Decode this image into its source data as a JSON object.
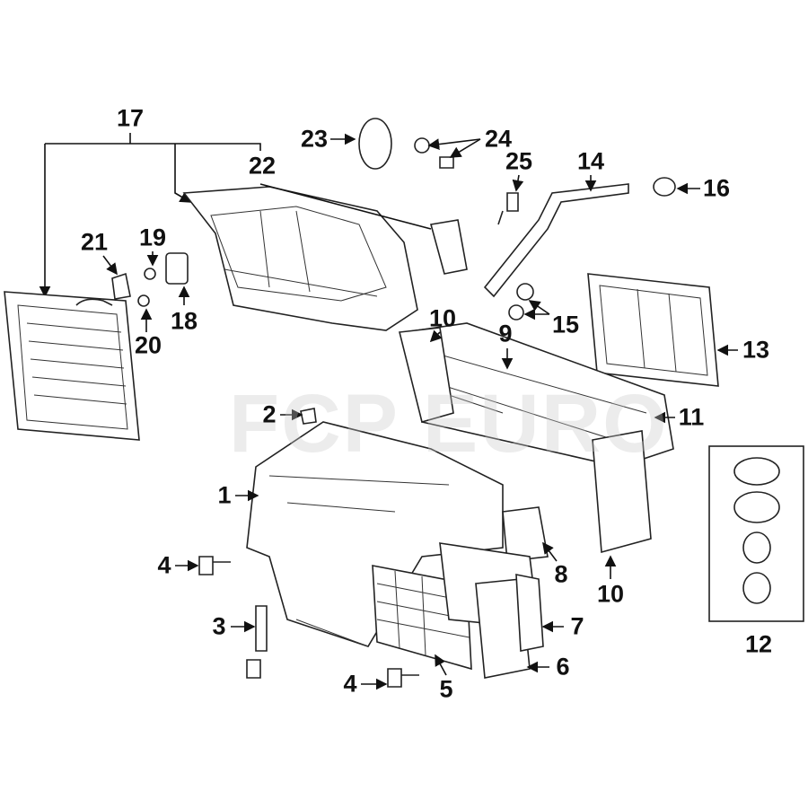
{
  "diagram": {
    "title": "HVAC Unit Assembly Parts Diagram",
    "watermark": "FCP EURO",
    "callouts": [
      "1",
      "2",
      "3",
      "4",
      "4",
      "5",
      "6",
      "7",
      "8",
      "9",
      "10",
      "10",
      "11",
      "12",
      "13",
      "14",
      "15",
      "16",
      "17",
      "18",
      "19",
      "20",
      "21",
      "22",
      "23",
      "24",
      "25"
    ]
  }
}
